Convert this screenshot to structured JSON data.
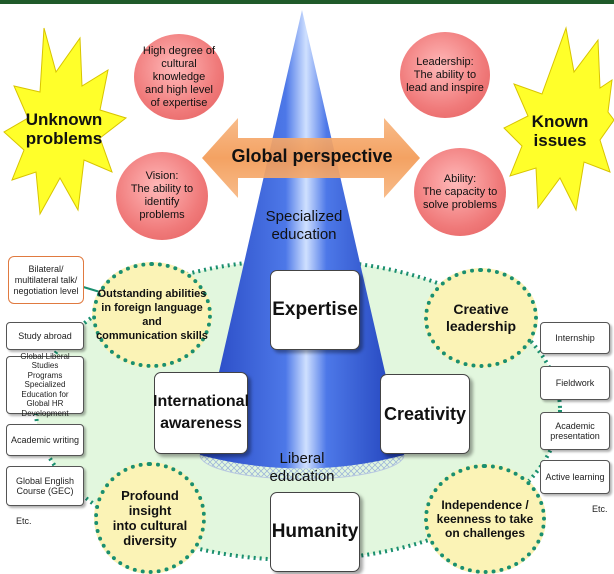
{
  "bursts": {
    "left": "Unknown\nproblems",
    "right": "Known\nissues"
  },
  "arrow_label": "Global perspective",
  "red_circles": {
    "top_left": "High degree of\ncultural knowledge\nand high level\nof expertise",
    "top_right": "Leadership:\nThe ability to\nlead and inspire",
    "bottom_left": "Vision:\nThe ability to\nidentify\nproblems",
    "bottom_right": "Ability:\nThe capacity to\nsolve problems"
  },
  "cone": {
    "specialized": "Specialized\neducation",
    "liberal": "Liberal\neducation"
  },
  "core_boxes": {
    "expertise": "Expertise",
    "international": "International\nawareness",
    "creativity": "Creativity",
    "humanity": "Humanity"
  },
  "yellow_circles": {
    "top_left": "Outstanding abilities\nin foreign language and\ncommunication skills",
    "top_right": "Creative\nleadership",
    "bottom_left": "Profound\ninsight\ninto cultural\ndiversity",
    "bottom_right": "Independence /\nkeenness to take\non challenges"
  },
  "callout": "Bilateral/\nmultilateral talk/\nnegotiation level",
  "left_programs": [
    "Study abroad",
    "Global Liberal Studies\nPrograms\nSpecialized Education for\nGlobal HR Development",
    "Academic writing",
    "Global English\nCourse (GEC)"
  ],
  "right_programs": [
    "Internship",
    "Fieldwork",
    "Academic\npresentation",
    "Active learning"
  ],
  "etc_left": "Etc.",
  "etc_right": "Etc.",
  "colors": {
    "top_bar": "#1f5a2a",
    "cone_dark": "#1f3fb8",
    "cone_light": "#cfe0ff",
    "arrow": "#f4a060",
    "ellipse_fill": "#e2f7de",
    "ellipse_border": "#1a8f6f",
    "circle_yellow": "#fbf3b6",
    "circle_red": "#f07a7a",
    "burst_yellow": "#ffff2a"
  }
}
